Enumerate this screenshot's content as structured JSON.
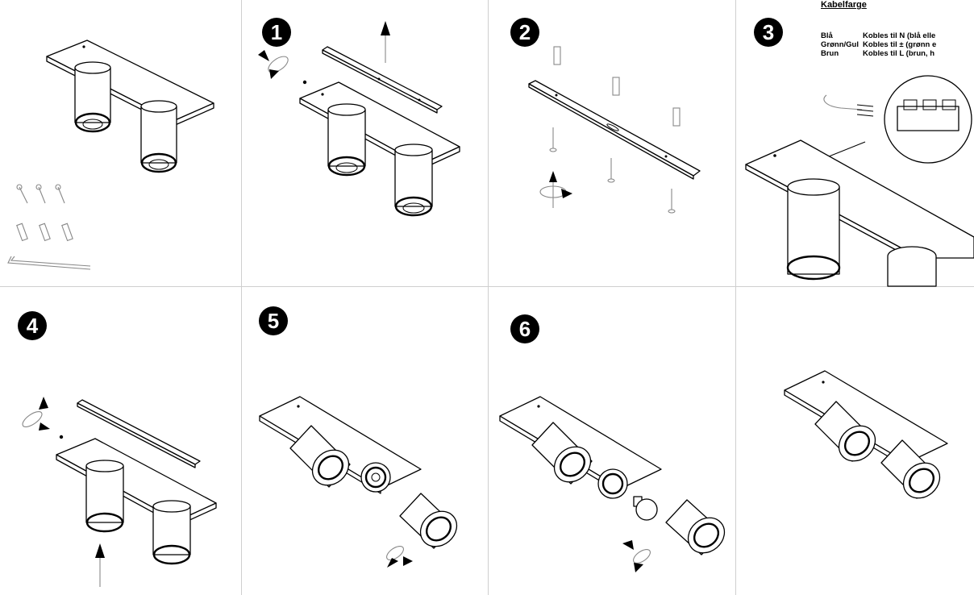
{
  "steps": [
    "1",
    "2",
    "3",
    "4",
    "5",
    "6"
  ],
  "cable_table": {
    "title": "Kabelfarge",
    "rows": [
      {
        "color": "Blå",
        "text": "Kobles til  N  (blå elle"
      },
      {
        "color": "Grønn/Gul",
        "text": "Kobles til  ±  (grønn e"
      },
      {
        "color": "Brun",
        "text": "Kobles til  L  (brun, h"
      }
    ]
  }
}
